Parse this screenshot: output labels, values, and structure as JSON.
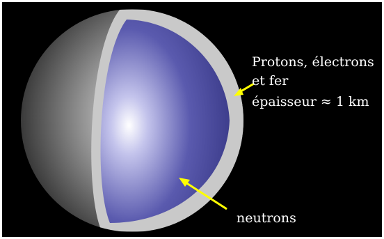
{
  "labels": {
    "crust_line1": "Protons, électrons",
    "crust_line2": "et fer",
    "crust_line3": "épaisseur ≈ 1 km",
    "core": "neutrons"
  },
  "colors": {
    "background": "#000000",
    "outer_shell": "#8a8a8a",
    "crust_ring": "#c8c8c8",
    "core": "#4a4a9e",
    "arrow": "#ffff00",
    "text": "#ffffff"
  }
}
